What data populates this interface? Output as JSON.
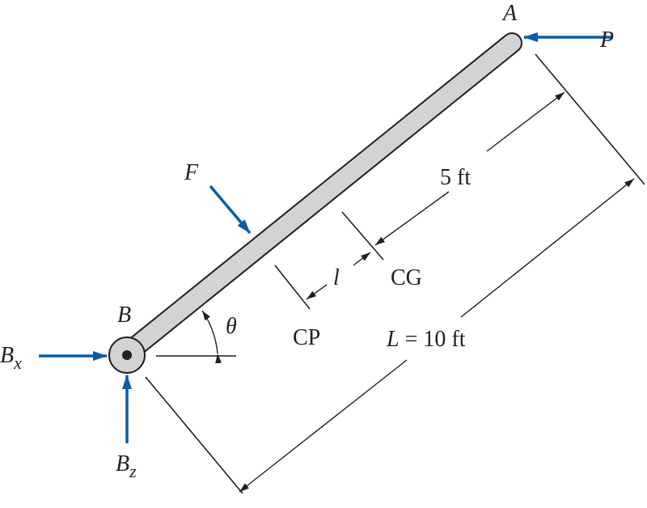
{
  "colors": {
    "ink": "#231f20",
    "rod_fill": "#d1d3d4",
    "force_arrow": "#0a5ea8"
  },
  "labels": {
    "point_a": "A",
    "point_b": "B",
    "force_p": "P",
    "force_f": "F",
    "reaction_bx_main": "B",
    "reaction_bx_sub": "x",
    "reaction_bz_main": "B",
    "reaction_bz_sub": "z",
    "angle": "θ",
    "half_length": "5 ft",
    "offset_symbol": "l",
    "center_gravity": "CG",
    "center_pressure": "CP",
    "length_symbol": "L",
    "length_value": " = 10 ft"
  }
}
